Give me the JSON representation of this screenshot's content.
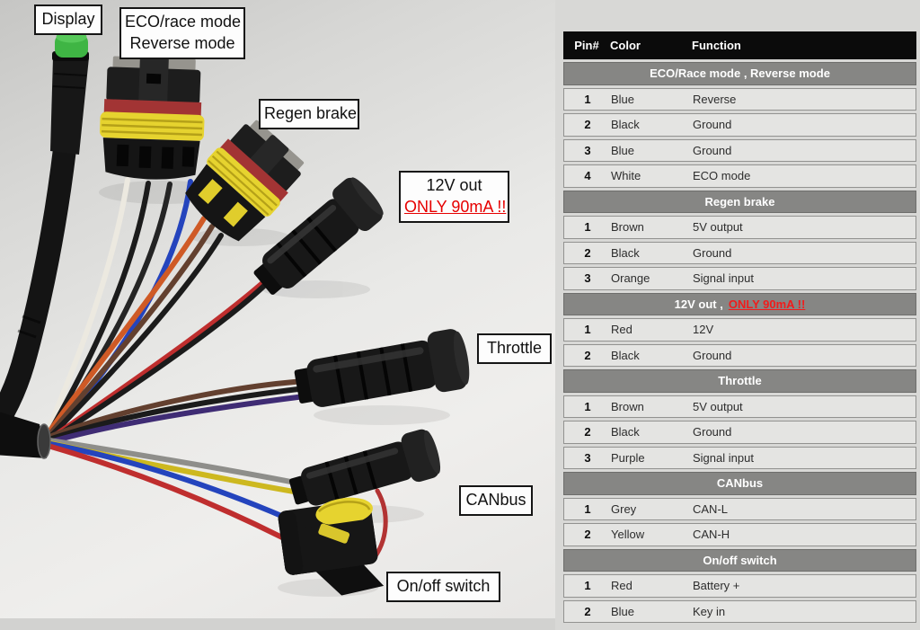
{
  "photo": {
    "labels": {
      "display": "Display",
      "eco_line1": "ECO/race mode",
      "eco_line2": "Reverse mode",
      "regen": "Regen brake",
      "v12_line1": "12V out",
      "v12_line2": "ONLY 90mA !!",
      "throttle": "Throttle",
      "canbus": "CANbus",
      "onoff": "On/off switch"
    },
    "connectors": [
      "display-connector",
      "eco-race-reverse-connector",
      "regen-brake-connector",
      "12v-out-connector",
      "throttle-connector",
      "canbus-connector",
      "on-off-switch-connector"
    ]
  },
  "table": {
    "columns": [
      "Pin#",
      "Color",
      "Function"
    ],
    "sections": [
      {
        "title": "ECO/Race mode , Reverse mode",
        "rows": [
          [
            "1",
            "Blue",
            "Reverse"
          ],
          [
            "2",
            "Black",
            "Ground"
          ],
          [
            "3",
            "Blue",
            "Ground"
          ],
          [
            "4",
            "White",
            "ECO mode"
          ]
        ]
      },
      {
        "title": "Regen brake",
        "rows": [
          [
            "1",
            "Brown",
            "5V output"
          ],
          [
            "2",
            "Black",
            "Ground"
          ],
          [
            "3",
            "Orange",
            "Signal input"
          ]
        ]
      },
      {
        "title": "12V out ,",
        "title_warn": "ONLY 90mA !!",
        "rows": [
          [
            "1",
            "Red",
            "12V"
          ],
          [
            "2",
            "Black",
            "Ground"
          ]
        ]
      },
      {
        "title": "Throttle",
        "rows": [
          [
            "1",
            "Brown",
            "5V output"
          ],
          [
            "2",
            "Black",
            "Ground"
          ],
          [
            "3",
            "Purple",
            "Signal input"
          ]
        ]
      },
      {
        "title": "CANbus",
        "rows": [
          [
            "1",
            "Grey",
            "CAN-L"
          ],
          [
            "2",
            "Yellow",
            "CAN-H"
          ]
        ]
      },
      {
        "title": "On/off switch",
        "rows": [
          [
            "1",
            "Red",
            "Battery +"
          ],
          [
            "2",
            "Blue",
            "Key in"
          ]
        ]
      }
    ]
  },
  "colors": {
    "warning_red": "#e60000",
    "table_header_bg": "#0b0b0b",
    "section_header_bg": "#868684",
    "row_bg": "#e4e4e2",
    "seal_yellow": "#e6d32f",
    "display_cap_green": "#3fb544"
  }
}
